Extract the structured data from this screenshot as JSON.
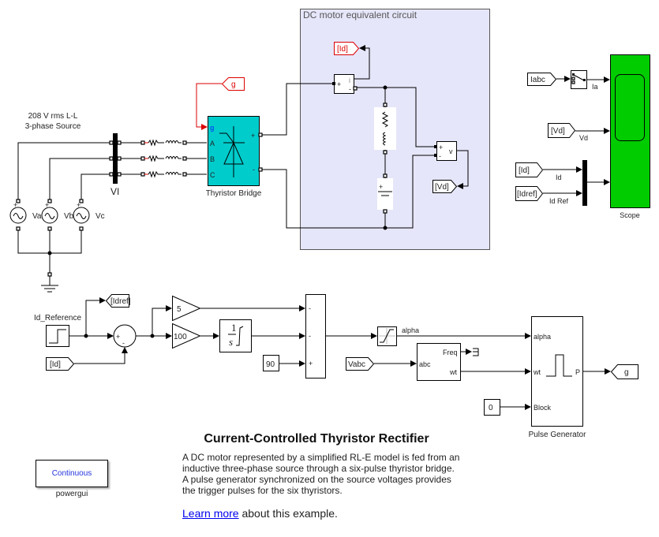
{
  "source": {
    "label_line1": "208 V rms L-L",
    "label_line2": "3-phase Source",
    "phases": [
      "Va",
      "Vb",
      "Vc"
    ]
  },
  "vi_meas": {
    "label": "VI"
  },
  "bridge": {
    "label": "Thyristor Bridge",
    "ports_in": [
      "g",
      "A",
      "B",
      "C"
    ],
    "ports_out": [
      "+",
      "-"
    ],
    "color": "#00cccc"
  },
  "goto_g": {
    "label": "g",
    "color": "#dd0000"
  },
  "dc_motor": {
    "title": "DC motor equivalent circuit",
    "bg_color": "#e6e6fa",
    "current_meas": {
      "plus": "+",
      "i": "i",
      "minus": "-"
    },
    "goto_id": "[Id]",
    "voltage_meas": {
      "plus": "+",
      "v": "v",
      "minus": "-"
    },
    "goto_vd": "[Vd]",
    "battery_plus": "+"
  },
  "scope_section": {
    "from_iabc": "Iabc",
    "selector_out_label": "Ia",
    "from_vd": "[Vd]",
    "vd_label": "Vd",
    "from_id": "[Id]",
    "id_label": "Id",
    "from_idref": "[Idref]",
    "idref_label": "Id Ref",
    "scope_label": "Scope",
    "scope_color": "#00cc00"
  },
  "controller": {
    "ref_label": "Id_Reference",
    "goto_idref": "[Idref]",
    "from_id": "[Id]",
    "sum_signs": [
      "+",
      "-"
    ],
    "gain_p": "5",
    "gain_i": "100",
    "integrator_num": "1",
    "integrator_den": "s",
    "const_90": "90",
    "sum3_signs": [
      "-",
      "-",
      "+"
    ],
    "alpha_label": "alpha",
    "from_vabc": "Vabc",
    "pll": {
      "in": "abc",
      "out1": "Freq",
      "out2": "wt"
    },
    "const_0": "0",
    "pulse_gen": {
      "label": "Pulse Generator",
      "in": [
        "alpha",
        "wt",
        "Block"
      ],
      "out": "P"
    },
    "goto_g": "g"
  },
  "powergui": {
    "button": "Continuous",
    "label": "powergui"
  },
  "annotation": {
    "title": "Current-Controlled Thyristor Rectifier",
    "lines": [
      "A DC motor represented by a simplified RL-E model is fed from an",
      "inductive three-phase source through a six-pulse thyristor bridge.",
      "A pulse generator synchronized on the source voltages provides",
      "the trigger pulses for the six thyristors."
    ],
    "link": "Learn more",
    "link_suffix": " about this example."
  }
}
